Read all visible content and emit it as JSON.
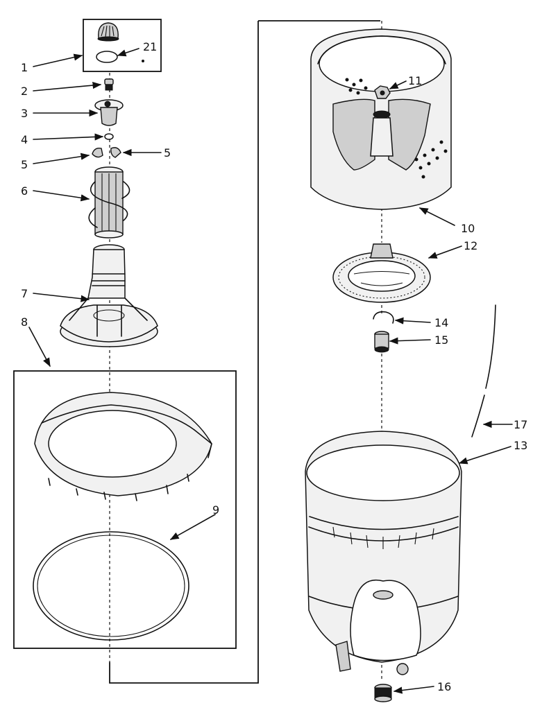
{
  "diagram": {
    "callouts": [
      {
        "id": "c1",
        "text": "1"
      },
      {
        "id": "c21",
        "text": "21"
      },
      {
        "id": "c2",
        "text": "2"
      },
      {
        "id": "c3",
        "text": "3"
      },
      {
        "id": "c4",
        "text": "4"
      },
      {
        "id": "c5a",
        "text": "5"
      },
      {
        "id": "c5b",
        "text": "5"
      },
      {
        "id": "c6",
        "text": "6"
      },
      {
        "id": "c7",
        "text": "7"
      },
      {
        "id": "c8",
        "text": "8"
      },
      {
        "id": "c9",
        "text": "9"
      },
      {
        "id": "c11",
        "text": "11"
      },
      {
        "id": "c10",
        "text": "10"
      },
      {
        "id": "c12",
        "text": "12"
      },
      {
        "id": "c14",
        "text": "14"
      },
      {
        "id": "c15",
        "text": "15"
      },
      {
        "id": "c17",
        "text": "17"
      },
      {
        "id": "c13",
        "text": "13"
      },
      {
        "id": "c16",
        "text": "16"
      }
    ]
  }
}
